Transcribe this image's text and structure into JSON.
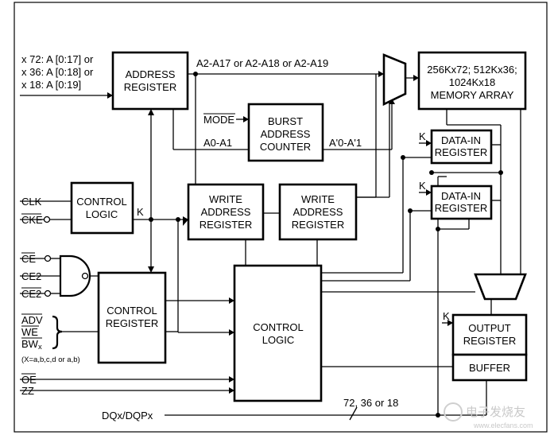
{
  "inputs": {
    "addr_line1": "x 72: A [0:17] or",
    "addr_line2": "x 36: A [0:18] or",
    "addr_line3": "x 18: A [0:19]",
    "mode": "MODE",
    "clk": "CLK",
    "cke": "CKE",
    "ce": "CE",
    "ce2": "CE2",
    "ce2_bar": "CE2",
    "adv": "ADV",
    "we": "WE",
    "bw": "BW",
    "bw_sub": "x",
    "bw_note": "(X=a,b,c,d or a,b)",
    "oe": "OE",
    "zz": "ZZ",
    "dq": "DQx/DQPx"
  },
  "blocks": {
    "address_register": [
      "ADDRESS",
      "REGISTER"
    ],
    "burst_counter": [
      "BURST",
      "ADDRESS",
      "COUNTER"
    ],
    "memory_array": [
      "256Kx72; 512Kx36;",
      "1024Kx18",
      "MEMORY ARRAY"
    ],
    "control_logic_small": [
      "CONTROL",
      "LOGIC"
    ],
    "write_addr_reg_1": [
      "WRITE",
      "ADDRESS",
      "REGISTER"
    ],
    "write_addr_reg_2": [
      "WRITE",
      "ADDRESS",
      "REGISTER"
    ],
    "data_in_reg_1": [
      "DATA-IN",
      "REGISTER"
    ],
    "data_in_reg_2": [
      "DATA-IN",
      "REGISTER"
    ],
    "control_register": [
      "CONTROL",
      "REGISTER"
    ],
    "control_logic_main": [
      "CONTROL",
      "LOGIC"
    ],
    "output_register": [
      "OUTPUT",
      "REGISTER"
    ],
    "buffer": "BUFFER"
  },
  "signals": {
    "addr_bus": "A2-A17 or A2-A18 or A2-A19",
    "a0a1": "A0-A1",
    "a0a1_prime": "A'0-A'1",
    "k_main": "K",
    "k_data1": "K",
    "k_data2": "K",
    "k_out": "K",
    "bus_width": "72, 36 or 18"
  },
  "watermark": {
    "text": "电子发烧友",
    "url": "www.elecfans.com"
  }
}
